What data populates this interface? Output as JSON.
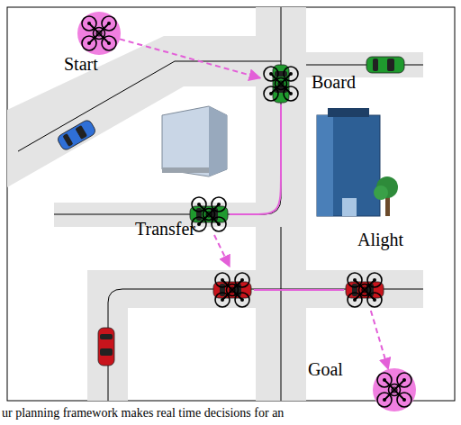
{
  "diagram": {
    "caption": "ur planning framework makes real time decisions for an",
    "nodes": [
      {
        "text": [
          "Start"
        ]
      },
      {
        "text": [
          "Board"
        ]
      },
      {
        "text": [
          "Transfer"
        ]
      },
      {
        "text": [
          "Alight"
        ]
      },
      {
        "text": [
          "Goal"
        ]
      }
    ],
    "edges": [
      {
        "from": 0,
        "to": 1,
        "arrow": "to"
      },
      {
        "from": 1,
        "to": 2,
        "arrow": "none"
      },
      {
        "from": 2,
        "to": 3,
        "arrow": "none"
      },
      {
        "from": 3,
        "to": 4,
        "arrow": "to"
      }
    ]
  }
}
